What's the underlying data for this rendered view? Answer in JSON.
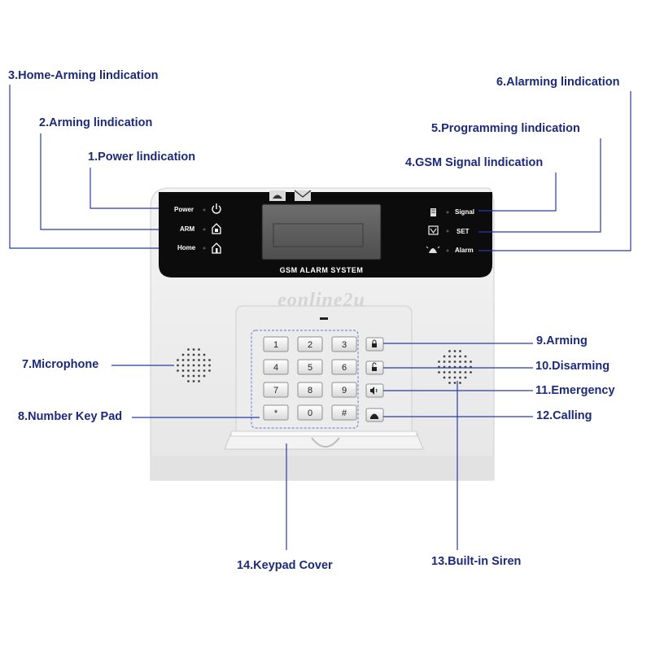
{
  "device": {
    "panel_labels": {
      "power": "Power",
      "arm": "ARM",
      "home": "Home",
      "signal": "Signal",
      "set": "SET",
      "alarm": "Alarm"
    },
    "system_name": "GSM ALARM SYSTEM",
    "watermark": "eonline2u",
    "keys": [
      "1",
      "2",
      "3",
      "4",
      "5",
      "6",
      "7",
      "8",
      "9",
      "*",
      "0",
      "#"
    ],
    "function_key_icons": [
      "lock-icon",
      "unlock-icon",
      "speaker-icon",
      "phone-icon"
    ]
  },
  "callouts": {
    "c1": "1.Power lindication",
    "c2": "2.Arming lindication",
    "c3": "3.Home-Arming lindication",
    "c4": "4.GSM Signal lindication",
    "c5": "5.Programming lindication",
    "c6": "6.Alarming lindication",
    "c7": "7.Microphone",
    "c8": "8.Number Key Pad",
    "c9": "9.Arming",
    "c10": "10.Disarming",
    "c11": "11.Emergency",
    "c12": "12.Calling",
    "c13": "13.Built-in Siren",
    "c14": "14.Keypad Cover"
  },
  "colors": {
    "callout_text": "#1c2a7a",
    "leader_line": "#2a3aa8",
    "panel_black": "#0c0c0c"
  }
}
